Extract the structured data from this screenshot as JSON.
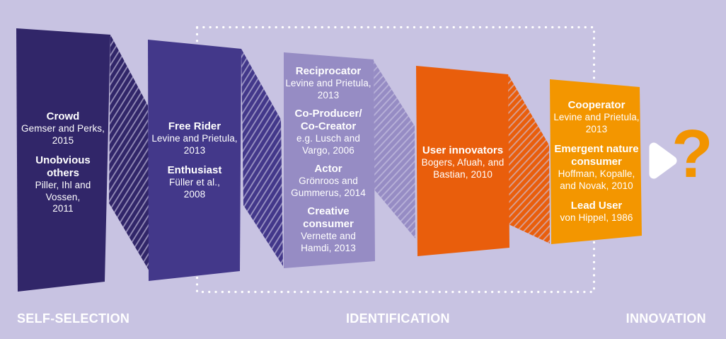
{
  "colors": {
    "background": "#c8c3e2",
    "band_stripe": "rgba(203,198,228,0.62)",
    "dotted_border": "#ffffff",
    "arrow": "#ffffff",
    "question_mark": "#f29400",
    "stage_label_text": "#ffffff",
    "banner_text": "#ffffff"
  },
  "banners": [
    {
      "name": "crowd-unobvious-others",
      "color": "#312669",
      "groups": [
        {
          "title_lines": [
            "Crowd"
          ],
          "cite_lines": [
            "Gemser and Perks,",
            "2015"
          ]
        },
        {
          "title_lines": [
            "Unobvious",
            "others"
          ],
          "cite_lines": [
            "Piller, Ihl and",
            "Vossen,",
            "2011"
          ]
        }
      ]
    },
    {
      "name": "free-rider-enthusiast",
      "color": "#43388a",
      "groups": [
        {
          "title_lines": [
            "Free Rider"
          ],
          "cite_lines": [
            "Levine and Prietula,",
            "2013"
          ]
        },
        {
          "title_lines": [
            "Enthusiast"
          ],
          "cite_lines": [
            "Füller et al.,",
            "2008"
          ]
        }
      ]
    },
    {
      "name": "reciprocator-coproducer-actor-creative-consumer",
      "color": "#968cc4",
      "groups": [
        {
          "title_lines": [
            "Reciprocator"
          ],
          "cite_lines": [
            "Levine and Prietula,",
            "2013"
          ]
        },
        {
          "title_lines": [
            "Co-Producer/",
            "Co-Creator"
          ],
          "cite_lines": [
            "e.g. Lusch and",
            "Vargo, 2006"
          ]
        },
        {
          "title_lines": [
            "Actor"
          ],
          "cite_lines": [
            "Grönroos and",
            "Gummerus, 2014"
          ]
        },
        {
          "title_lines": [
            "Creative",
            "consumer"
          ],
          "cite_lines": [
            "Vernette and",
            "Hamdi, 2013"
          ]
        }
      ]
    },
    {
      "name": "user-innovators",
      "color": "#e95e0c",
      "groups": [
        {
          "title_lines": [
            "User innovators"
          ],
          "cite_lines": [
            "Bogers, Afuah, and",
            "Bastian, 2010"
          ]
        }
      ]
    },
    {
      "name": "cooperator-emergent-lead-user",
      "color": "#f39600",
      "groups": [
        {
          "title_lines": [
            "Cooperator"
          ],
          "cite_lines": [
            "Levine and Prietula,",
            "2013"
          ]
        },
        {
          "title_lines": [
            "Emergent nature",
            "consumer"
          ],
          "cite_lines": [
            "Hoffman, Kopalle,",
            "and Novak, 2010"
          ]
        },
        {
          "title_lines": [
            "Lead User"
          ],
          "cite_lines": [
            "von Hippel, 1986"
          ]
        }
      ]
    }
  ],
  "stages": {
    "left": "SELF-SELECTION",
    "center": "IDENTIFICATION",
    "right": "INNOVATION"
  },
  "outcome": {
    "question_mark": "?"
  }
}
